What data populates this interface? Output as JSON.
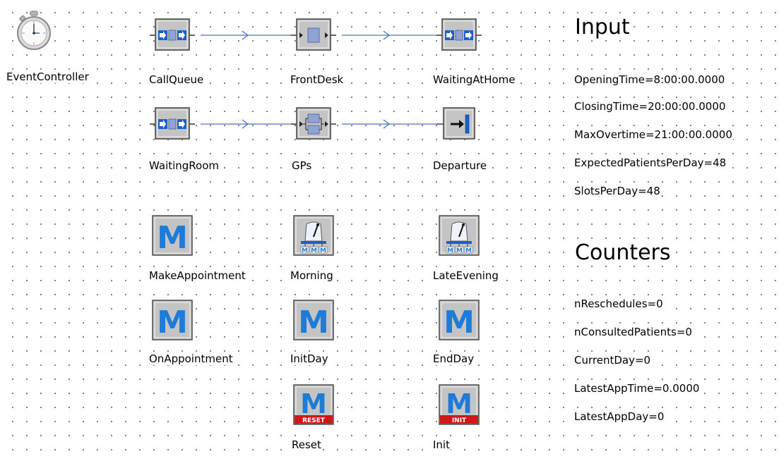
{
  "blocks": {
    "event_controller": "EventController",
    "call_queue": "CallQueue",
    "front_desk": "FrontDesk",
    "waiting_at_home": "WaitingAtHome",
    "waiting_room": "WaitingRoom",
    "gps": "GPs",
    "departure": "Departure",
    "make_appointment": "MakeAppointment",
    "morning": "Morning",
    "late_evening": "LateEvening",
    "on_appointment": "OnAppointment",
    "init_day": "InitDay",
    "end_day": "EndDay",
    "reset": "Reset",
    "init": "Init",
    "reset_badge": "RESET",
    "init_badge": "INIT",
    "method_letter": "M"
  },
  "input": {
    "title": "Input",
    "opening_time": "OpeningTime=8:00:00.0000",
    "closing_time": "ClosingTime=20:00:00.0000",
    "max_overtime": "MaxOvertime=21:00:00.0000",
    "expected_patients": "ExpectedPatientsPerDay=48",
    "slots_per_day": "SlotsPerDay=48"
  },
  "counters": {
    "title": "Counters",
    "n_reschedules": "nReschedules=0",
    "n_consulted": "nConsultedPatients=0",
    "current_day": "CurrentDay=0",
    "latest_app_time": "LatestAppTime=0.0000",
    "latest_app_day": "LatestAppDay=0"
  },
  "colors": {
    "wire": "#4a73c8",
    "icon_bg": "#c4c4c4",
    "method_blue": "#1f7bd8",
    "badge_red": "#d01818"
  }
}
